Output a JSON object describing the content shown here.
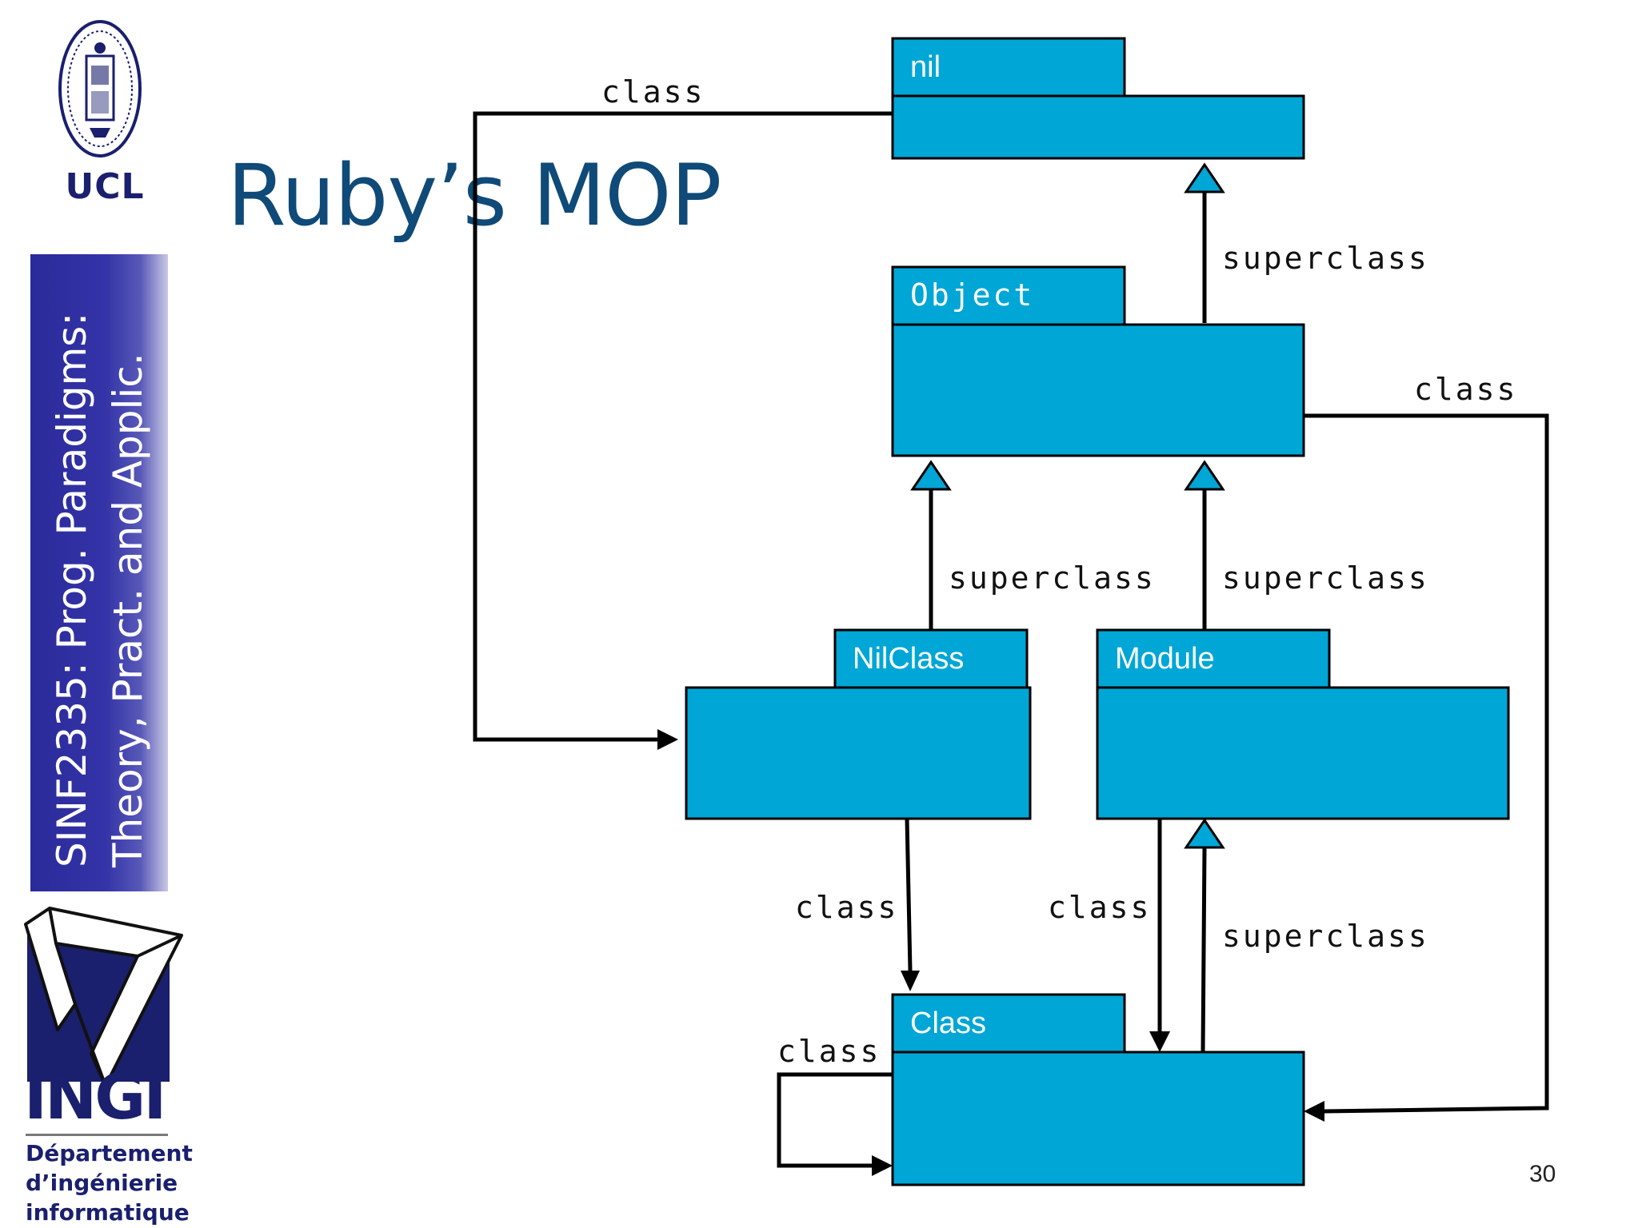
{
  "slide": {
    "title": "Ruby’s MOP",
    "page_number": "30"
  },
  "sidebar": {
    "course_line1": "SINF2335: Prog. Paradigms:",
    "course_line2": "Theory, Pract. and Applic.",
    "institution": "UCL",
    "department_acronym": "INGI",
    "department_line1": "Département",
    "department_line2": "d’ingénierie",
    "department_line3": "informatique"
  },
  "diagram": {
    "nodes": {
      "nil": "nil",
      "object": "Object",
      "nilclass": "NilClass",
      "module": "Module",
      "class": "Class"
    },
    "edges": {
      "nil_class": "class",
      "object_superclass": "superclass",
      "object_class": "class",
      "nilclass_superclass": "superclass",
      "module_superclass": "superclass",
      "nilclass_class": "class",
      "module_class": "class",
      "class_superclass": "superclass",
      "class_class": "class"
    }
  },
  "colors": {
    "box_fill": "#00a6d6",
    "title": "#0f4a78",
    "sidebar": "#3434a8",
    "logo_navy": "#1a1f6e"
  }
}
